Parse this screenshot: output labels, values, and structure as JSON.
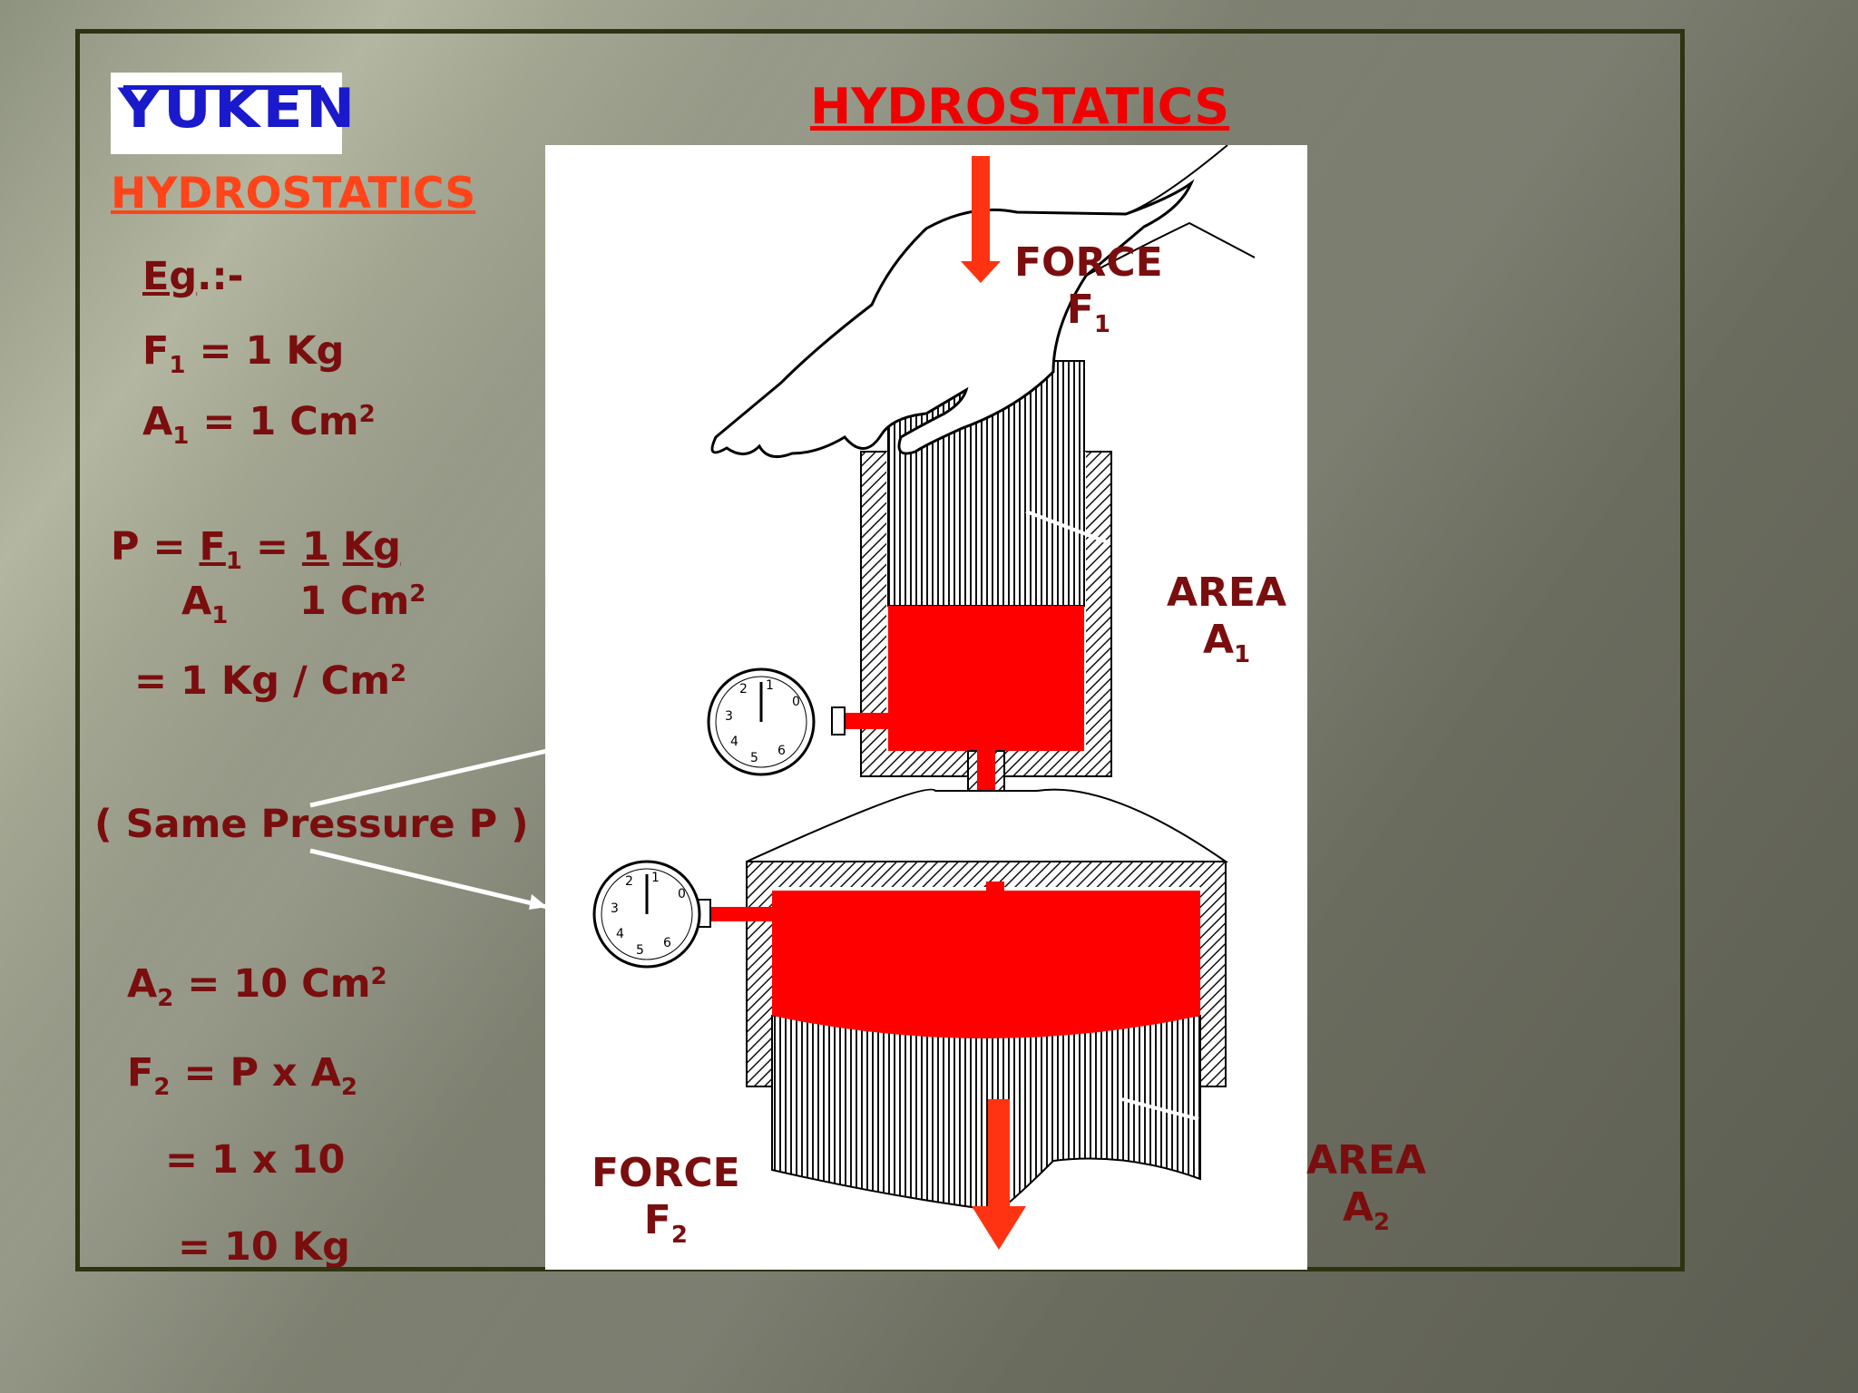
{
  "slide": {
    "title": "HYDROSTATICS",
    "logo": "YUKEN",
    "section_title": "HYDROSTATICS"
  },
  "example": {
    "heading": "Eg",
    "heading_suffix": ".:-",
    "f1_sym": "F",
    "f1_sub": "1",
    "f1_val": " = 1 Kg",
    "a1_sym": "A",
    "a1_sub": "1",
    "a1_val": " = 1 Cm",
    "a1_sup": "2",
    "p_lhs": "P = ",
    "p_f": " F",
    "p_f_sub": "1",
    "p_eq": " =  ",
    "p_num": "1",
    "p_sp": " ",
    "p_kg": "Kg",
    "p_den_sym": "A",
    "p_den_sub": "1",
    "p_den_val": "1 Cm",
    "p_den_sup": "2",
    "p_result": "= 1 Kg / Cm",
    "p_result_sup": "2",
    "same_pressure": "( Same Pressure  P )",
    "a2_sym": "A",
    "a2_sub": "2",
    "a2_val": " = 10 Cm",
    "a2_sup": "2",
    "f2_sym": "F",
    "f2_sub": "2",
    "f2_mid": " = P  x A",
    "f2_sub2": "2",
    "f2_calc": "= 1   x 10",
    "f2_result": "= 10  Kg"
  },
  "diagram": {
    "force1_label": "FORCE",
    "force1_sym": "F",
    "force1_sub": "1",
    "area1_label": "AREA",
    "area1_sym": "A",
    "area1_sub": "1",
    "force2_label": "FORCE",
    "force2_sym": "F",
    "force2_sub": "2",
    "area2_label": "AREA",
    "area2_sym": "A",
    "area2_sub": "2",
    "gauge_numbers": [
      "0",
      "1",
      "2",
      "3",
      "4",
      "5",
      "6"
    ]
  },
  "colors": {
    "fluid": "#ff0000",
    "arrow": "#ff3311",
    "text": "#7a0e0e",
    "title": "#f00000",
    "logo": "#1a1acc"
  }
}
